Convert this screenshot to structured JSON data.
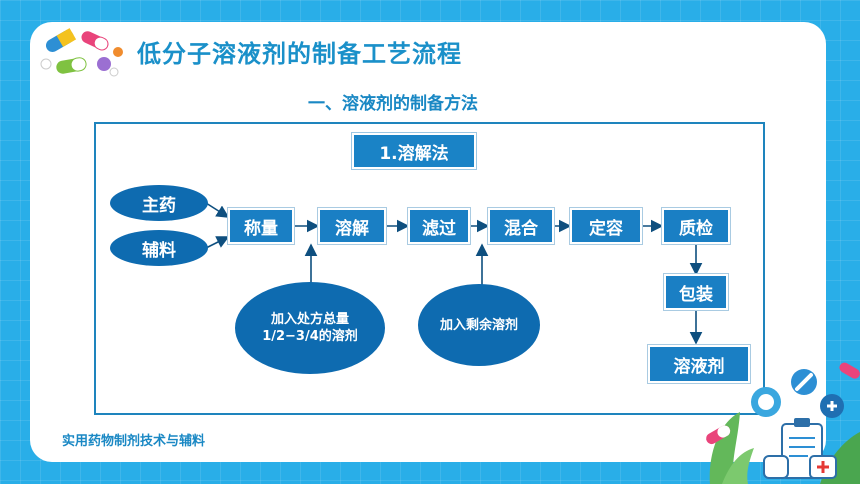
{
  "header": {
    "title": "低分子溶液剂的制备工艺流程",
    "subtitle": "一、溶液剂的制备方法"
  },
  "diagram": {
    "method_label": "1.溶解法",
    "inputs": [
      "主药",
      "辅料"
    ],
    "steps": [
      "称量",
      "溶解",
      "滤过",
      "混合",
      "定容",
      "质检",
      "包装",
      "溶液剂"
    ],
    "additions": {
      "solvent_first": "加入处方总量\n1/2−3/4的溶剂",
      "solvent_rest": "加入剩余溶剂"
    }
  },
  "footer": {
    "text": "实用药物制剂技术与辅料"
  },
  "colors": {
    "background": "#29aee8",
    "accent": "#1a83c6",
    "dark_blue": "#0e6bb0",
    "title": "#1a90c9"
  },
  "icons": [
    "capsule-pills-icon",
    "medical-clipboard-icon",
    "first-aid-kit-icon",
    "thermometer-icon"
  ]
}
